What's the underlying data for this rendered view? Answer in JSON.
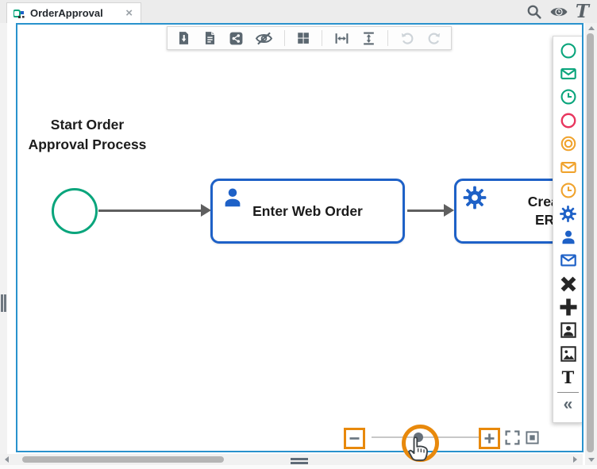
{
  "tab_bar": {
    "tab": {
      "title": "OrderApproval",
      "close_glyph": "×",
      "active": true,
      "icon": "process-icon"
    },
    "actions": [
      {
        "name": "search",
        "icon": "search-icon"
      },
      {
        "name": "visibility",
        "icon": "eye-clock-icon"
      },
      {
        "name": "text-style",
        "icon": "italic-t-icon",
        "glyph": "T"
      }
    ]
  },
  "toolbar": {
    "buttons": [
      {
        "name": "export-document",
        "icon": "document-download-icon",
        "enabled": true
      },
      {
        "name": "document-report",
        "icon": "document-lines-icon",
        "enabled": true
      },
      {
        "name": "share",
        "icon": "share-icon",
        "enabled": true
      },
      {
        "name": "hide",
        "icon": "eye-off-icon",
        "enabled": true
      },
      {
        "name": "grid-layout",
        "icon": "grid-icon",
        "enabled": true
      },
      {
        "name": "fit-width",
        "icon": "fit-width-icon",
        "enabled": true
      },
      {
        "name": "fit-height",
        "icon": "fit-height-icon",
        "enabled": true
      },
      {
        "name": "undo",
        "icon": "undo-icon",
        "enabled": false
      },
      {
        "name": "redo",
        "icon": "redo-icon",
        "enabled": false
      }
    ]
  },
  "canvas": {
    "border_color": "#2992cd",
    "annotation": {
      "line1": "Start Order",
      "line2": "Approval Process"
    },
    "nodes": [
      {
        "id": "start",
        "type": "start-event",
        "shape": "circle",
        "color": "#0aa57c"
      },
      {
        "id": "task1",
        "type": "user-task",
        "label": "Enter Web Order",
        "icon": "user-icon",
        "border_color": "#1e61c7"
      },
      {
        "id": "task2",
        "type": "service-task",
        "label_line1": "Create",
        "label_line2": "ERP",
        "icon": "gear-icon",
        "border_color": "#1e61c7",
        "partially_hidden_by_palette": true
      }
    ],
    "connectors": [
      {
        "from": "start",
        "to": "task1"
      },
      {
        "from": "task1",
        "to": "task2"
      }
    ]
  },
  "palette": {
    "items": [
      {
        "icon": "start-event-icon",
        "color": "#0aa57c"
      },
      {
        "icon": "message-start-event-icon",
        "color": "#0aa57c"
      },
      {
        "icon": "timer-start-event-icon",
        "color": "#0aa57c"
      },
      {
        "icon": "end-event-icon",
        "color": "#e8365e"
      },
      {
        "icon": "intermediate-event-icon",
        "color": "#f0a32d"
      },
      {
        "icon": "message-intermediate-event-icon",
        "color": "#f0a32d"
      },
      {
        "icon": "timer-intermediate-event-icon",
        "color": "#f0a32d"
      },
      {
        "icon": "service-task-icon",
        "color": "#1e61c7"
      },
      {
        "icon": "user-task-icon",
        "color": "#1e61c7"
      },
      {
        "icon": "message-task-icon",
        "color": "#1e61c7"
      },
      {
        "icon": "exclusive-gateway-icon",
        "color": "#262626"
      },
      {
        "icon": "parallel-gateway-icon",
        "color": "#262626"
      },
      {
        "icon": "portrait-annotation-icon",
        "color": "#262626"
      },
      {
        "icon": "image-annotation-icon",
        "color": "#262626"
      },
      {
        "icon": "text-annotation-icon",
        "color": "#1d1d1d",
        "glyph": "T"
      }
    ],
    "collapse_glyph": "«"
  },
  "zoom_controls": {
    "highlight_color": "#e8890c",
    "buttons": [
      {
        "name": "zoom-out",
        "icon": "minus-icon",
        "highlighted": true
      },
      {
        "name": "zoom-slider",
        "icon": "slider-thumb",
        "highlighted": true
      },
      {
        "name": "zoom-in",
        "icon": "plus-icon",
        "highlighted": true
      },
      {
        "name": "fullscreen",
        "icon": "expand-icon",
        "highlighted": false
      },
      {
        "name": "fit-to-window",
        "icon": "fit-screen-icon",
        "highlighted": false
      }
    ]
  }
}
